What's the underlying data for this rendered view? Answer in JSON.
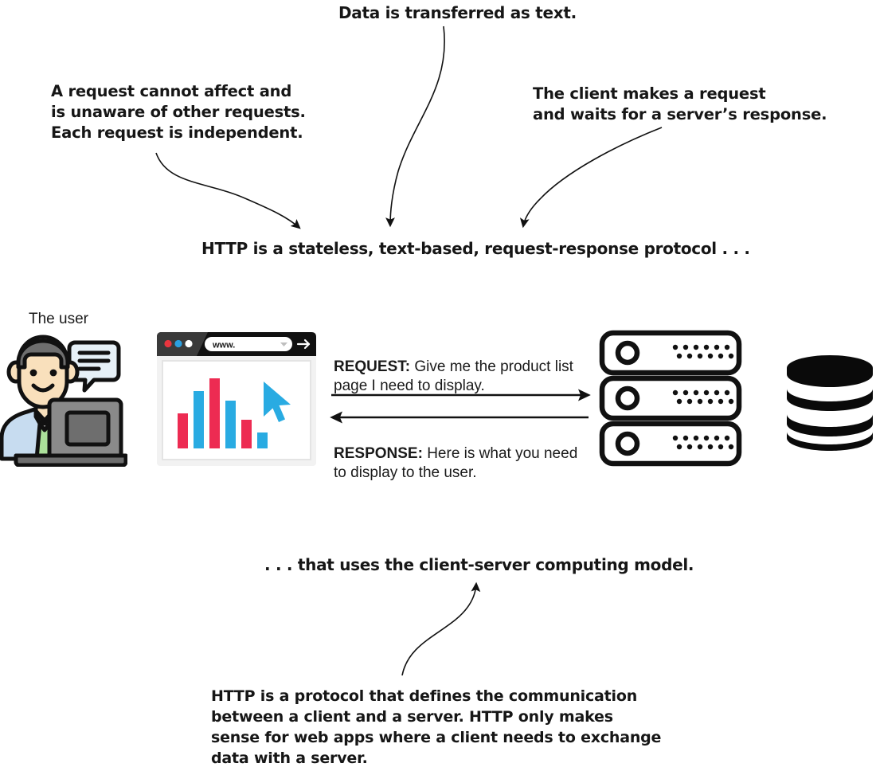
{
  "diagram": {
    "title_top": "Data is transferred as text.",
    "callout_left": "A request cannot affect and\nis unaware of other requests.\nEach request is independent.",
    "callout_right": "The client makes a request\nand waits for a server’s response.",
    "headline": "HTTP is a stateless, text-based, request-response protocol . . .",
    "subline": ". . . that uses the client-server computing model.",
    "footer": "HTTP is a protocol that defines the communication\nbetween a client and a server. HTTP only makes\nsense for web apps where a client needs to exchange\ndata with a server."
  },
  "actors": {
    "user_label": "The user",
    "browser": {
      "address_text": "www.",
      "dots": [
        "#E8353E",
        "#2B9FE0",
        "#FFFFFF"
      ],
      "chart_bars": [
        {
          "color": "#ED2B52",
          "height": 44
        },
        {
          "color": "#29ABE2",
          "height": 72
        },
        {
          "color": "#ED2B52",
          "height": 88
        },
        {
          "color": "#29ABE2",
          "height": 60
        },
        {
          "color": "#ED2B52",
          "height": 36
        },
        {
          "color": "#29ABE2",
          "height": 20
        }
      ]
    },
    "server_name": "server-rack",
    "database_name": "database-cylinder"
  },
  "messages": {
    "request_label": "REQUEST:",
    "request_text": " Give me the product list\npage I need to display.",
    "response_label": "RESPONSE:",
    "response_text": " Here is what you need\nto display to the user."
  },
  "colors": {
    "ink": "#161616",
    "accent_pink": "#ED2B52",
    "accent_blue": "#29ABE2",
    "skin": "#F9E0BC",
    "shirt": "#C7DCF0",
    "tie": "#ABE09A",
    "hair": "#6E6E6E",
    "laptop": "#8A8A8A"
  }
}
